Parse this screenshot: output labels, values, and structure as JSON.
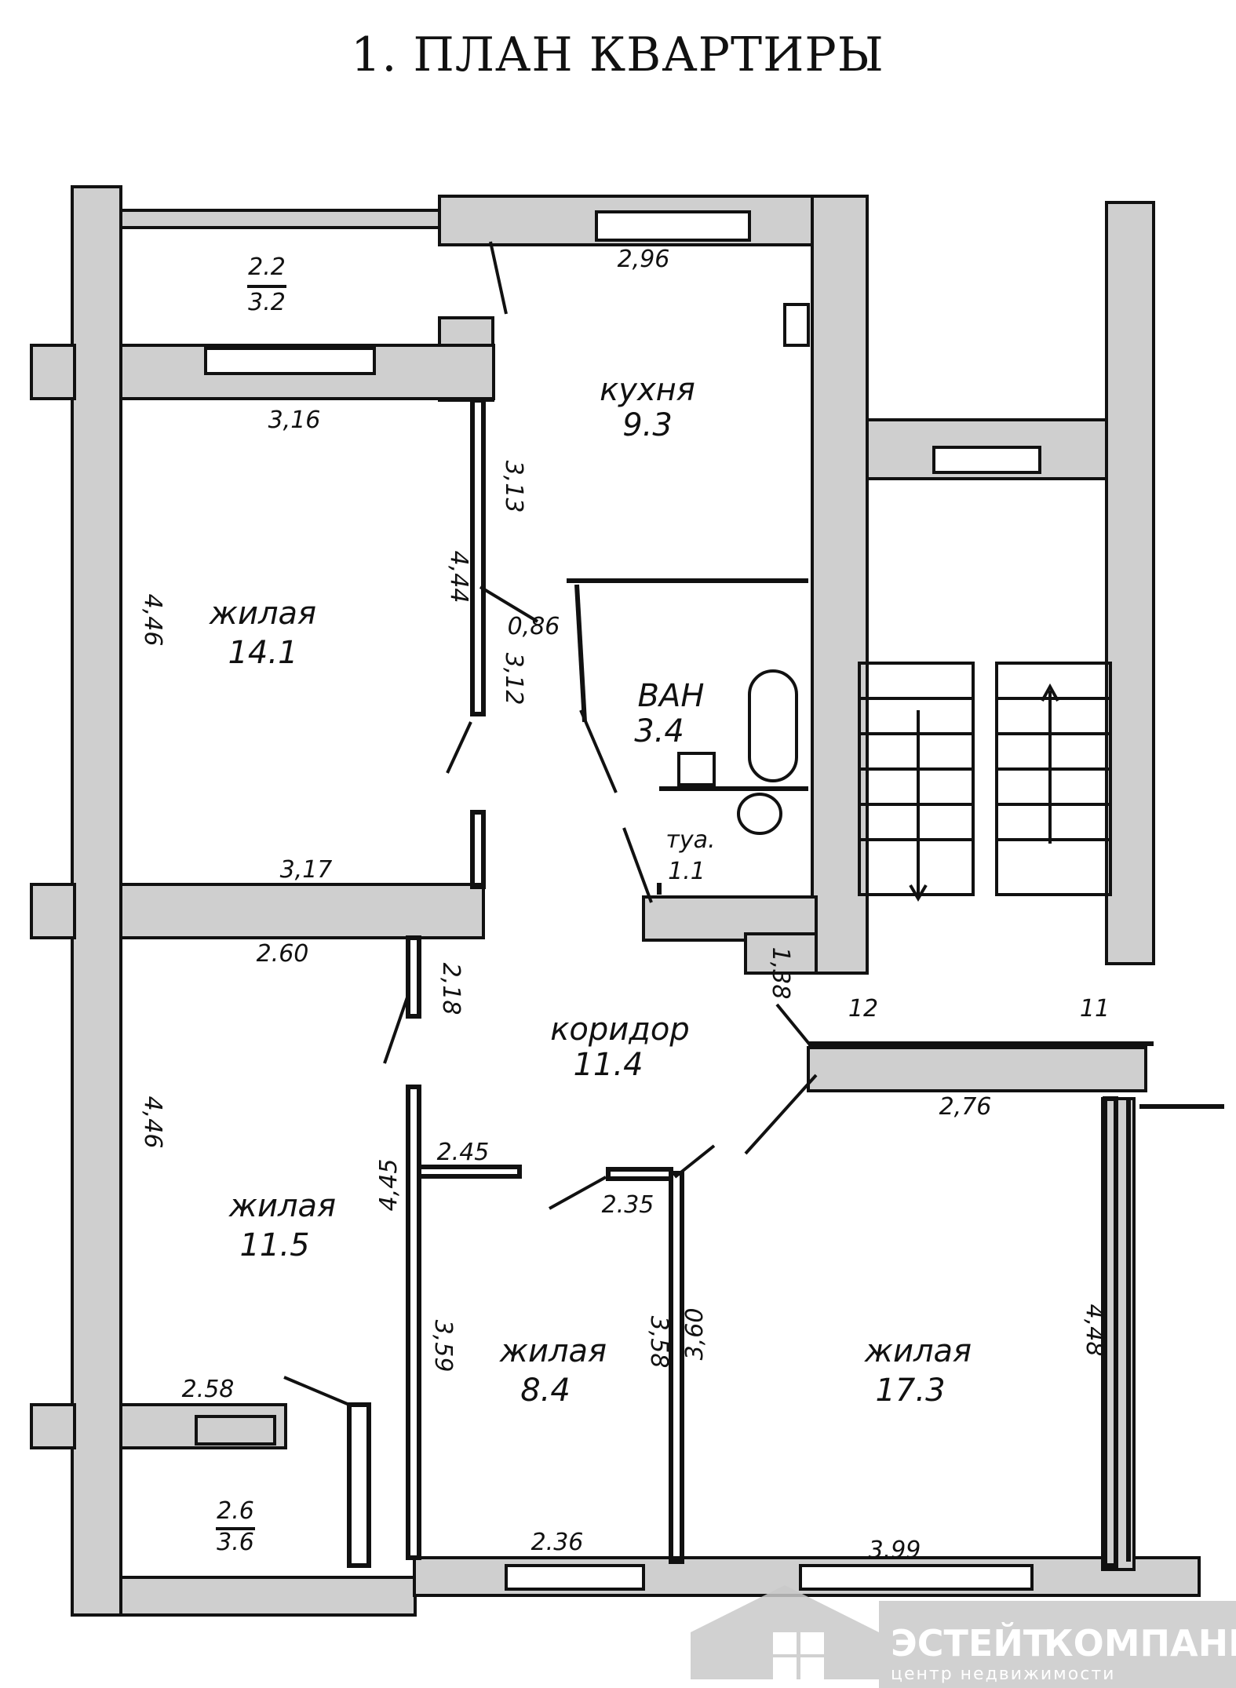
{
  "title": "1. ПЛАН КВАРТИРЫ",
  "rooms": [
    {
      "id": "living1",
      "name": "жилая",
      "area": "14.1"
    },
    {
      "id": "kitchen",
      "name": "кухня",
      "area": "9.3"
    },
    {
      "id": "bath",
      "name": "ВАН",
      "area": "3.4"
    },
    {
      "id": "toilet",
      "name": "туа.",
      "area": "1.1"
    },
    {
      "id": "corridor",
      "name": "коридор",
      "area": "11.4"
    },
    {
      "id": "living2",
      "name": "жилая",
      "area": "11.5"
    },
    {
      "id": "living3",
      "name": "жилая",
      "area": "8.4"
    },
    {
      "id": "living4",
      "name": "жилая",
      "area": "17.3"
    }
  ],
  "balconies": [
    {
      "id": "balcony1",
      "width": "2.2",
      "area": "3.2"
    },
    {
      "id": "balcony2",
      "width": "2.6",
      "area": "3.6"
    }
  ],
  "dimensions": [
    "2,96",
    "3,16",
    "3,13",
    "4,44",
    "4,46",
    "0,86",
    "3,12",
    "3,17",
    "2.60",
    "2,18",
    "1,38",
    "2,76",
    "4,46",
    "4,45",
    "2.45",
    "2.35",
    "3,59",
    "3,58",
    "3,60",
    "4,48",
    "2.58",
    "2.36",
    "3.99"
  ],
  "stair_labels": [
    "12",
    "11"
  ],
  "logo": {
    "main_left": "ЭСТЕЙТ",
    "main_right": "КОМПАНИ",
    "sub": "центр недвижимости",
    "icon": "house-icon"
  }
}
